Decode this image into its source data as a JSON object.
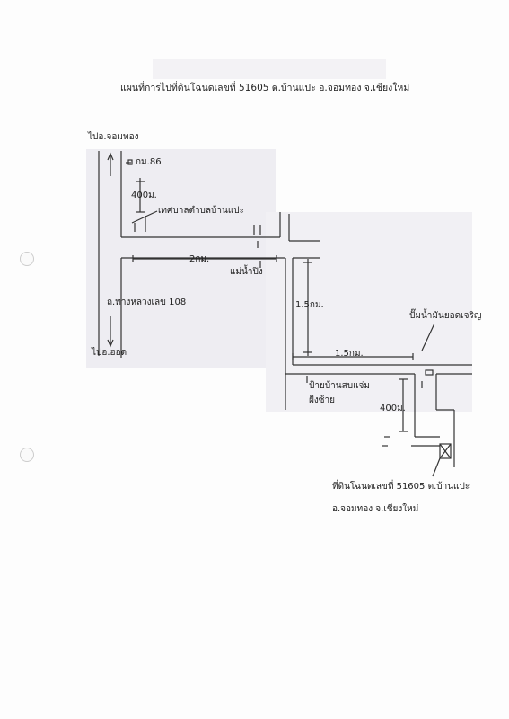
{
  "title": "แผนที่การไปที่ดินโฉนดเลขที่ 51605 ต.บ้านแปะ อ.จอมทอง จ.เชียงใหม่",
  "labels": {
    "to_chom_thong": "ไปอ.จอมทอง",
    "km86": "กม.86",
    "dist_400m_top": "400ม.",
    "ban_pae_municipality": "เทศบาลตำบลบ้านแปะ",
    "dist_2km": "2กม.",
    "mae_ping_river": "แม่น้ำปิง",
    "highway_108": "ถ.ทางหลวงเลข 108",
    "to_hot": "ไปอ.ฮอด",
    "dist_1_5km_vertical": "1.5กม.",
    "dist_1_5km_horizontal": "1.5กม.",
    "gas_station": "ปั๊มน้ำมันยอดเจริญ",
    "ban_sop_chaem_sign": "ป้ายบ้านสบแจ่ม",
    "left_side": "ฝั่งซ้าย",
    "dist_400m_bottom": "400ม.",
    "plot_line1": "ที่ดินโฉนดเลขที่ 51605 ต.บ้านแปะ",
    "plot_line2": "อ.จอมทอง จ.เชียงใหม่"
  }
}
